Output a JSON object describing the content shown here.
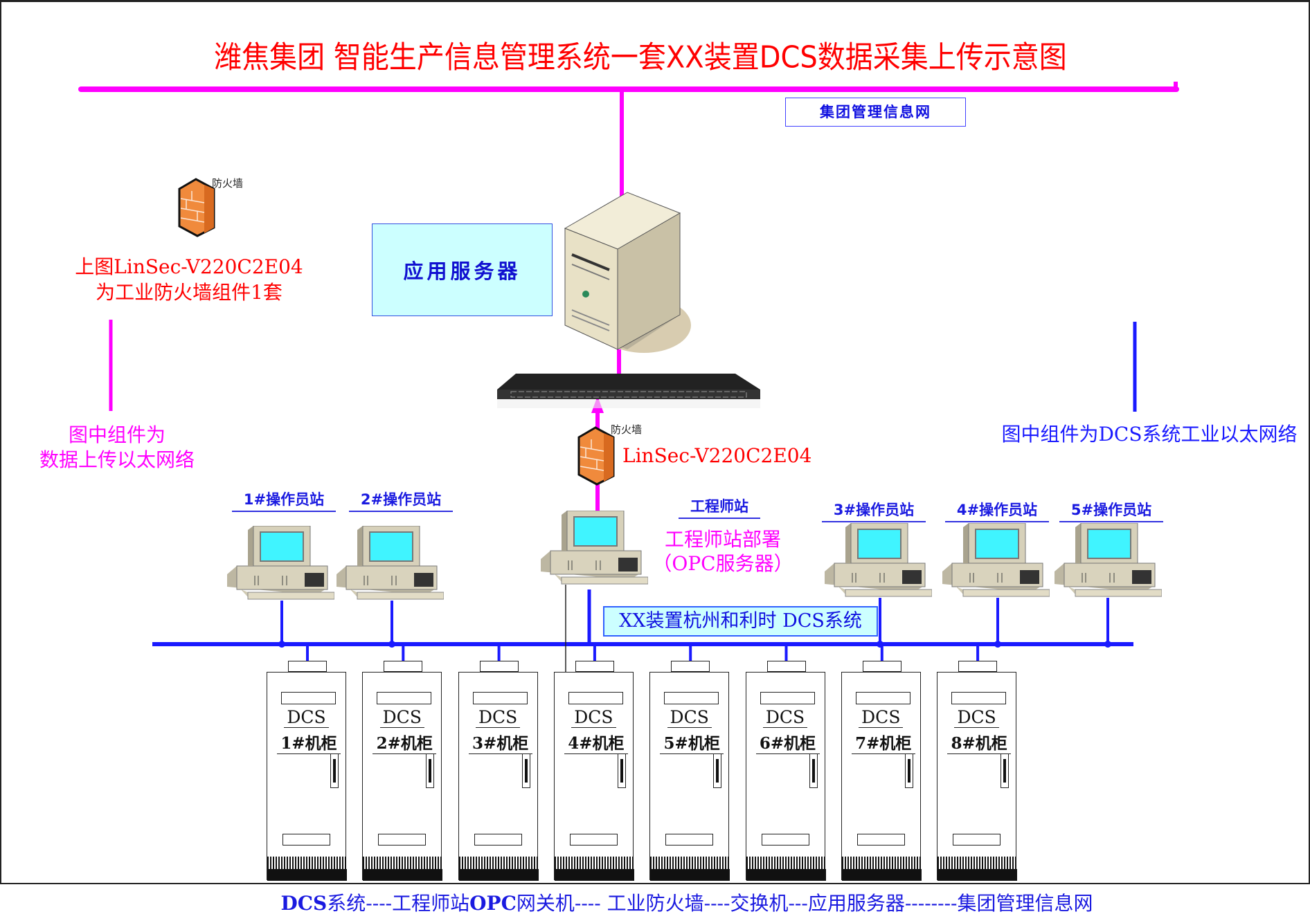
{
  "title": "潍焦集团 智能生产信息管理系统一套XX装置DCS数据采集上传示意图",
  "group_network_label": "集团管理信息网",
  "firewall_label": "防火墙",
  "left_note": {
    "line1": "上图LinSec-V220C2E04",
    "line2": "为工业防火墙组件1套"
  },
  "upload_note": {
    "line1": "图中组件为",
    "line2": "数据上传以太网络"
  },
  "dcs_note": "图中组件为DCS系统工业以太网络",
  "app_server_label": "应用服务器",
  "firewall_model": "LinSec-V220C2E04",
  "engineer_station": {
    "label": "工程师站",
    "deploy_line1": "工程师站部署",
    "deploy_line2": "（OPC服务器）"
  },
  "operator_stations": [
    {
      "label": "1#操作员站"
    },
    {
      "label": "2#操作员站"
    },
    {
      "label": "3#操作员站"
    },
    {
      "label": "4#操作员站"
    },
    {
      "label": "5#操作员站"
    }
  ],
  "dcs_system_label": "XX装置杭州和利时 DCS系统",
  "cabinets": [
    {
      "type": "DCS",
      "label": "1#机柜"
    },
    {
      "type": "DCS",
      "label": "2#机柜"
    },
    {
      "type": "DCS",
      "label": "3#机柜"
    },
    {
      "type": "DCS",
      "label": "4#机柜"
    },
    {
      "type": "DCS",
      "label": "5#机柜"
    },
    {
      "type": "DCS",
      "label": "6#机柜"
    },
    {
      "type": "DCS",
      "label": "7#机柜"
    },
    {
      "type": "DCS",
      "label": "8#机柜"
    }
  ],
  "footer": {
    "p1": "DCS",
    "p2": "系统----工程师站",
    "p3": "OPC",
    "p4": "网关机---- 工业防火墙----交换机---应用服务器--------集团管理信息网"
  },
  "colors": {
    "upload_net": "#ff00ff",
    "dcs_net": "#1a1aff",
    "title": "#ff0000"
  }
}
